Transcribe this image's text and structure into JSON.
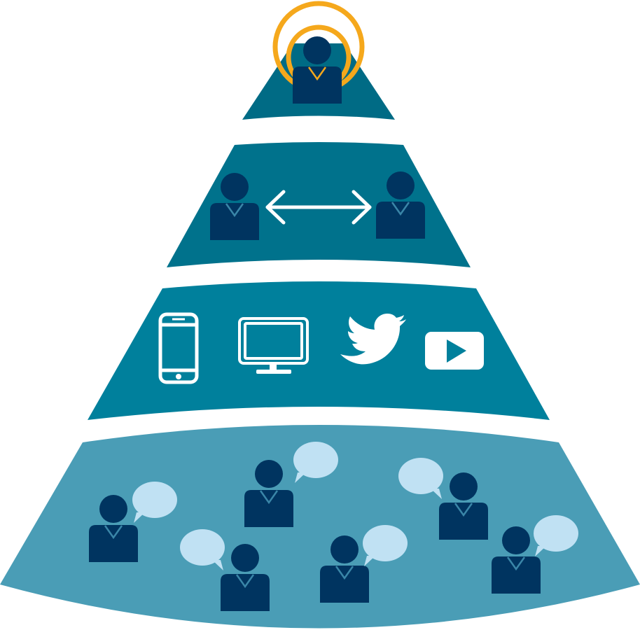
{
  "colors": {
    "tier1": "#006b85",
    "tier2": "#00728c",
    "tier3": "#00809c",
    "tier4": "#4a9db6",
    "person": "#003460",
    "collar": "#3a86a8",
    "ring": "#f5a81c",
    "bubble": "#c0e1f3",
    "icon": "#ffffff"
  },
  "tiers": [
    {
      "id": "influencer",
      "icons": [
        "person-icon",
        "broadcast-rings-icon"
      ]
    },
    {
      "id": "peer-to-peer",
      "icons": [
        "person-icon",
        "double-arrow-icon",
        "person-icon"
      ]
    },
    {
      "id": "channels",
      "icons": [
        "smartphone-icon",
        "monitor-icon",
        "twitter-bird-icon",
        "video-play-icon"
      ]
    },
    {
      "id": "community",
      "icons": [
        "person-icon",
        "speech-bubble-icon"
      ]
    }
  ]
}
